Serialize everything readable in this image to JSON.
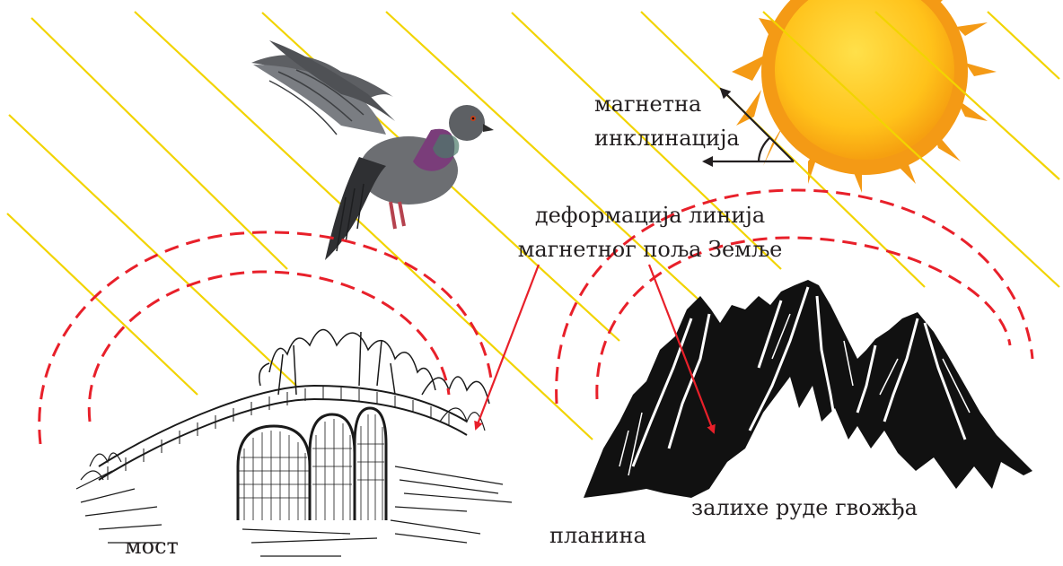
{
  "labels": {
    "inclination": [
      "магнетна",
      "инклинација"
    ],
    "deformation": [
      "деформација линија",
      "магнетног поља Земље"
    ],
    "bridge": "мост",
    "mountain": "планина",
    "iron_ore": "залихе руде гвожђа"
  },
  "icons": [
    "sun-icon",
    "pigeon-icon",
    "bridge-illustration",
    "mountain-illustration"
  ],
  "colors": {
    "field_lines": "#f2d400",
    "deformation_arcs": "#e8202a",
    "callout_arrows": "#e8202a",
    "inclination_arrows": "#231f20",
    "sun_outer": "#f49a15",
    "sun_inner": "#ffd21a",
    "text": "#231f20"
  }
}
